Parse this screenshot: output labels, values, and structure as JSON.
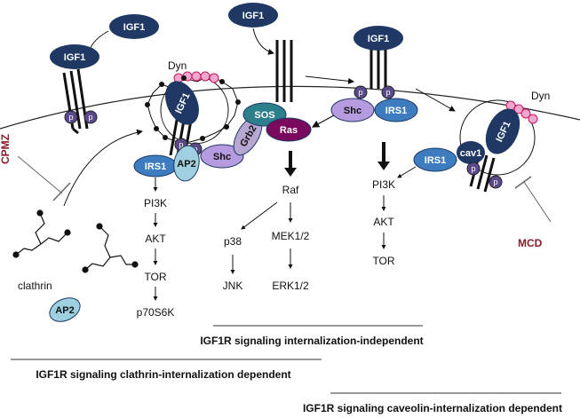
{
  "ligand": "IGF1",
  "receptor_label": "IGF1",
  "phospho": "p",
  "dynamin": "Dyn",
  "adaptors": {
    "irs1": "IRS1",
    "ap2": "AP2",
    "shc": "Shc",
    "grb2": "Grb2",
    "sos": "SOS",
    "ras": "Ras",
    "cav1": "cav1"
  },
  "inhibitors": {
    "cpmz": "CPMZ",
    "mcd": "MCD"
  },
  "clathrin": "clathrin",
  "pathways": {
    "clathrin_cascade": [
      "PI3K",
      "AKT",
      "TOR",
      "p70S6K"
    ],
    "raf": "Raf",
    "p38_branch": [
      "p38",
      "JNK"
    ],
    "mek_branch": [
      "MEK1/2",
      "ERK1/2"
    ],
    "caveolin_cascade": [
      "PI3K",
      "AKT",
      "TOR"
    ]
  },
  "captions": {
    "independent": "IGF1R signaling internalization-independent",
    "clathrin": "IGF1R signaling clathrin-internalization dependent",
    "caveolin": "IGF1R signaling caveolin-internalization dependent"
  },
  "colors": {
    "navy": "#1f3864",
    "blue": "#3e7cc0",
    "lightblue": "#9fd0e0",
    "purple": "#b79be0",
    "grb2": "#b7a8d3",
    "teal": "#2e7f8c",
    "ras": "#7a0a5e",
    "phospho": "#5b4a8a",
    "pink": "#f4a6cf",
    "inhibitor": "#8b1a2a"
  }
}
